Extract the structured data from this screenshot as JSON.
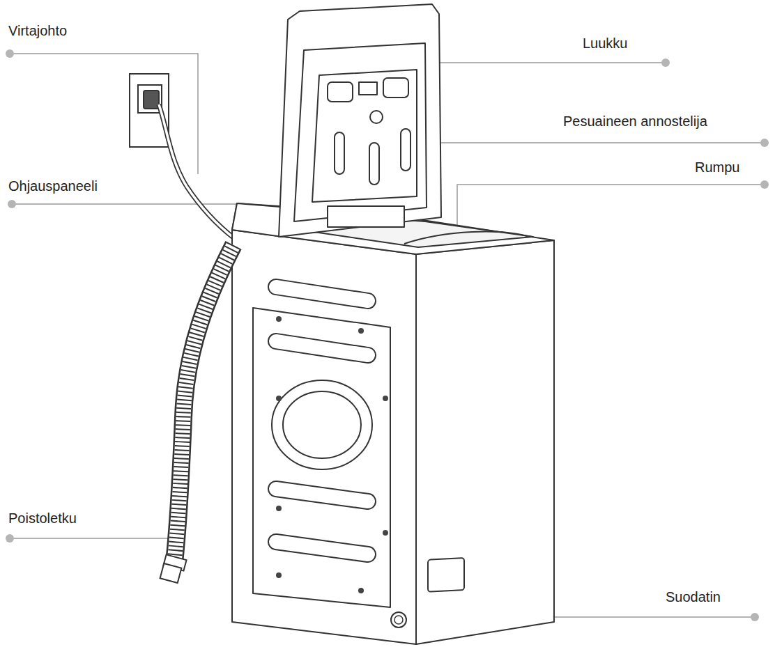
{
  "diagram": {
    "labels": [
      "Virtajohto",
      "Luukku",
      "Pesuaineen annostelija",
      "Rumpu",
      "Ohjauspaneeli",
      "Poistoletku",
      "Suodatin"
    ]
  }
}
